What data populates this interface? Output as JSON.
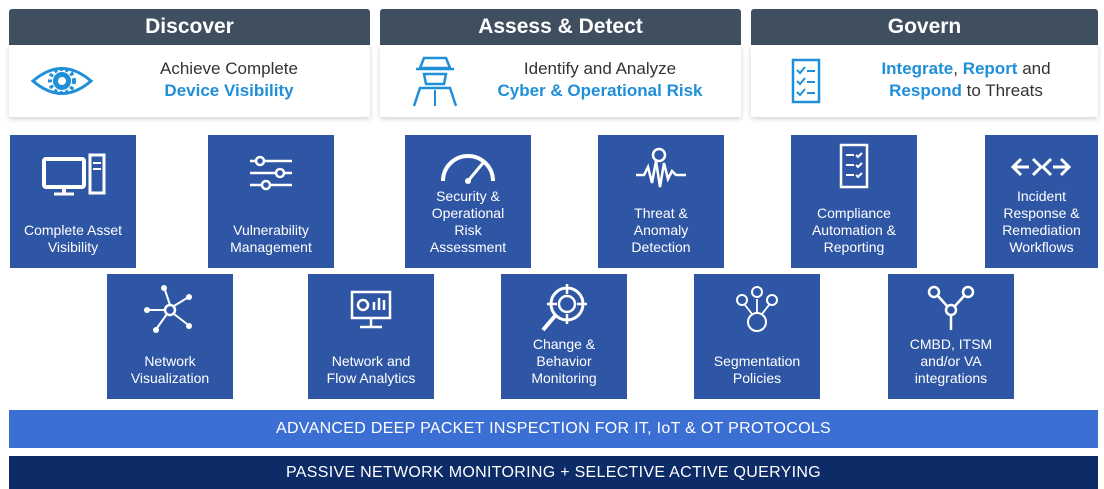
{
  "columns": [
    {
      "title": "Discover",
      "icon": "eye-gear-icon",
      "text_lines": [
        "Achieve Complete"
      ],
      "highlight": "Device Visibility"
    },
    {
      "title": "Assess & Detect",
      "icon": "hacker-icon",
      "text_lines": [
        "Identify and Analyze"
      ],
      "highlight": "Cyber & Operational Risk"
    },
    {
      "title": "Govern",
      "icon": "checklist-icon",
      "rich": {
        "h1": "Integrate",
        "t1": ", ",
        "h2": "Report",
        "t2": " and",
        "h3": "Respond",
        "t3": " to Threats"
      }
    }
  ],
  "row1": [
    {
      "icon": "computer-icon",
      "lines": [
        "Complete Asset",
        "Visibility"
      ]
    },
    {
      "icon": "sliders-icon",
      "lines": [
        "Vulnerability",
        "Management"
      ]
    },
    {
      "icon": "gauge-icon",
      "lines": [
        "Security &",
        "Operational",
        "Risk",
        "Assessment"
      ]
    },
    {
      "icon": "waveform-icon",
      "lines": [
        "Threat &",
        "Anomaly",
        "Detection"
      ]
    },
    {
      "icon": "checklist-icon",
      "lines": [
        "Compliance",
        "Automation &",
        "Reporting"
      ]
    },
    {
      "icon": "arrows-icon",
      "lines": [
        "Incident",
        "Response &",
        "Remediation",
        "Workflows"
      ]
    }
  ],
  "row2": [
    {
      "icon": "network-icon",
      "lines": [
        "Network",
        "Visualization"
      ]
    },
    {
      "icon": "monitor-chart-icon",
      "lines": [
        "Network and",
        "Flow Analytics"
      ]
    },
    {
      "icon": "target-magnifier-icon",
      "lines": [
        "Change &",
        "Behavior",
        "Monitoring"
      ]
    },
    {
      "icon": "segmentation-icon",
      "lines": [
        "Segmentation",
        "Policies"
      ]
    },
    {
      "icon": "integration-icon",
      "lines": [
        "CMBD, ITSM",
        "and/or VA",
        "integrations"
      ]
    }
  ],
  "bars": [
    {
      "text": "ADVANCED DEEP PACKET INSPECTION FOR IT, IoT & OT PROTOCOLS",
      "color": "#3c6fd3"
    },
    {
      "text": "PASSIVE NETWORK MONITORING + SELECTIVE ACTIVE QUERYING",
      "color": "#0d2b66"
    }
  ],
  "colors": {
    "header": "#3f4f5f",
    "tile": "#2f56a4",
    "highlight": "#1f8fd8"
  }
}
